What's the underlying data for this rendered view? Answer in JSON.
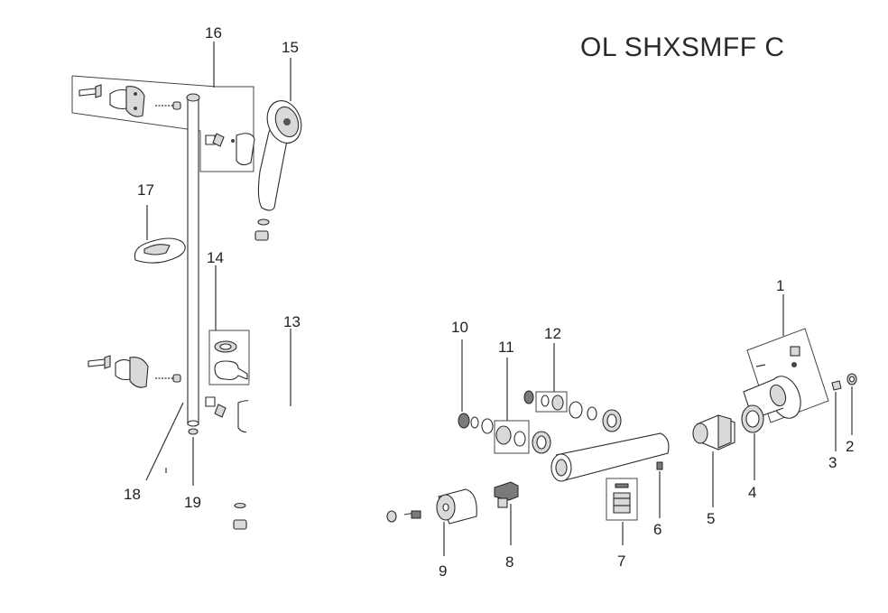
{
  "title": "OL SHXSMFF C",
  "callouts": {
    "c1": "1",
    "c2": "2",
    "c3": "3",
    "c4": "4",
    "c5": "5",
    "c6": "6",
    "c7": "7",
    "c8": "8",
    "c9": "9",
    "c10": "10",
    "c11": "11",
    "c12": "12",
    "c13": "13",
    "c14": "14",
    "c15": "15",
    "c16": "16",
    "c17": "17",
    "c18": "18",
    "c19": "19"
  }
}
